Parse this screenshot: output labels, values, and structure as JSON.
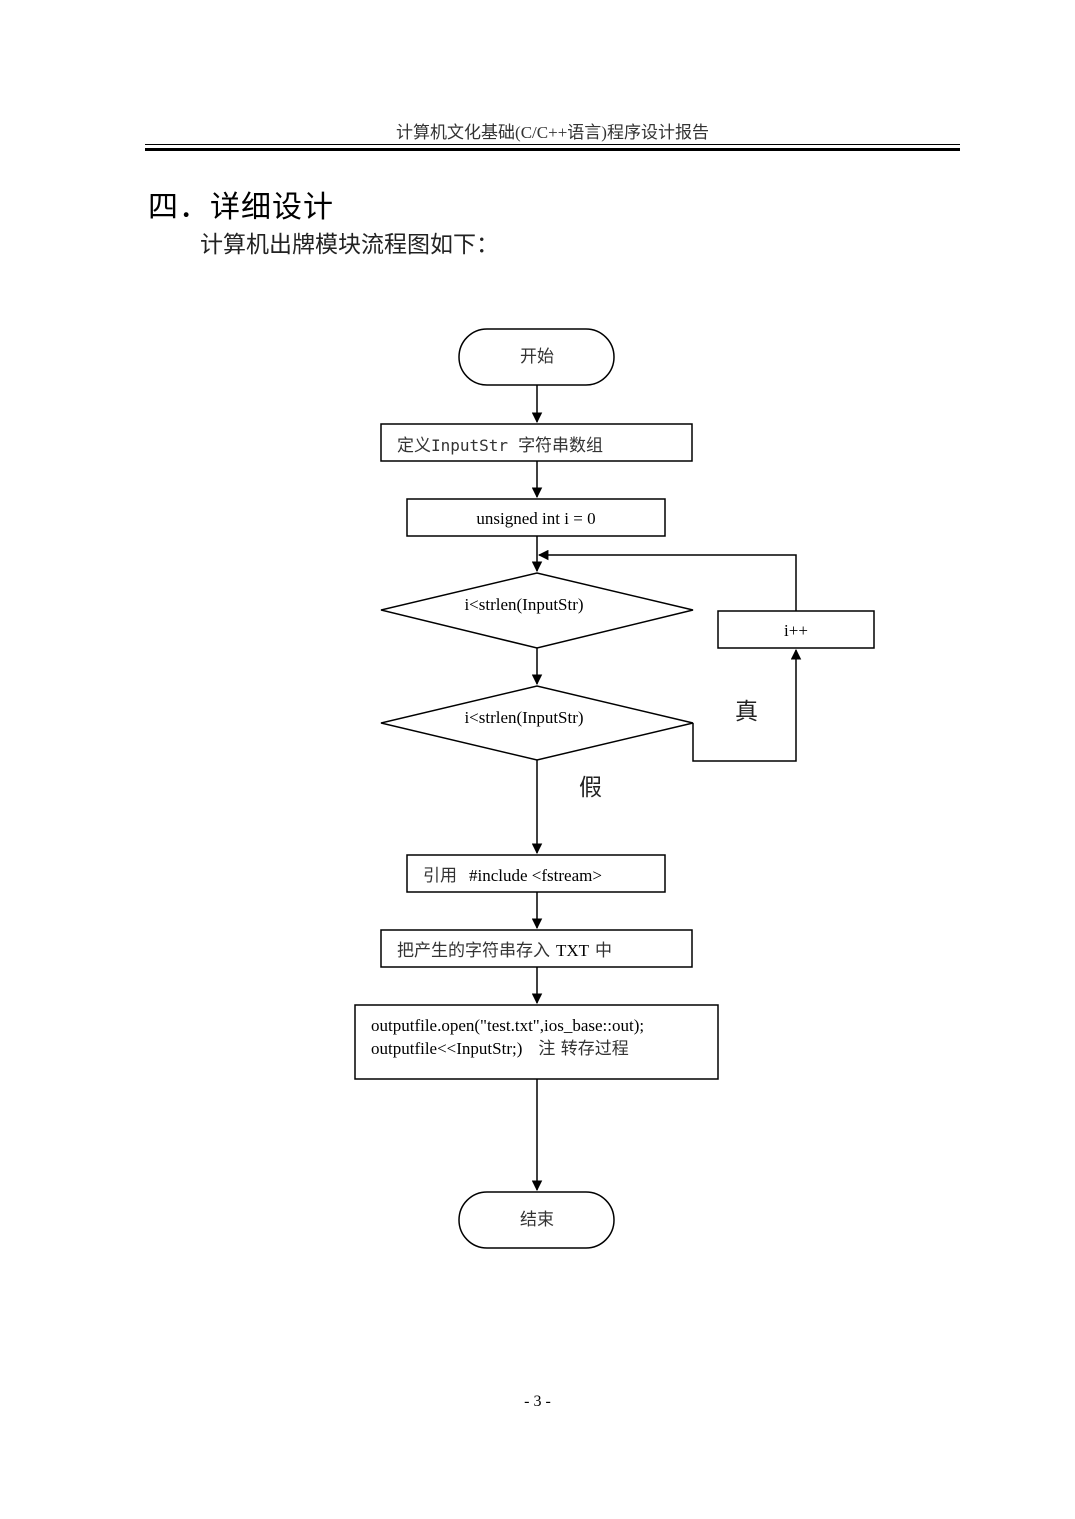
{
  "header": {
    "title": "计算机文化基础(C/C++语言)程序设计报告"
  },
  "section": {
    "title": "四．详细设计",
    "intro": "计算机出牌模块流程图如下："
  },
  "flowchart": {
    "start": "开始",
    "define_prefix": "定义",
    "define_var": "InputStr",
    "define_suffix": "字符串数组",
    "init": "unsigned int i = 0",
    "condition_1": "i<strlen(InputStr)",
    "increment": "i++",
    "condition_2": "i<strlen(InputStr)",
    "branch_true": "真",
    "branch_false": "假",
    "include_prefix": "引用",
    "include_code": "#include <fstream>",
    "store_prefix": "把产生的字符串存入",
    "store_txt": "TXT",
    "store_suffix": "中",
    "output_line_1": "outputfile.open(\"test.txt\",ios_base::out);",
    "output_line_2_code": "outputfile<<InputStr;)",
    "output_line_2_note": "注  转存过程",
    "end": "结束"
  },
  "footer": {
    "page_number": "- 3 -"
  }
}
